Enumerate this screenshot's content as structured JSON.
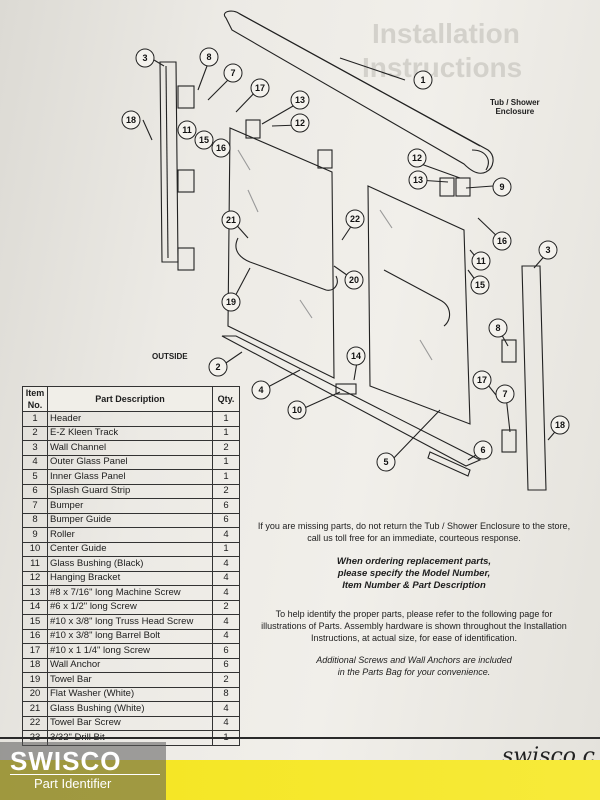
{
  "header": {
    "enclosure_label_line1": "Tub / Shower",
    "enclosure_label_line2": "Enclosure",
    "outside_label": "OUTSIDE"
  },
  "callouts": [
    "1",
    "2",
    "3",
    "4",
    "5",
    "6",
    "7",
    "8",
    "9",
    "10",
    "11",
    "12",
    "13",
    "14",
    "15",
    "16",
    "17",
    "18",
    "19",
    "20",
    "21",
    "22"
  ],
  "parts_table": {
    "headers": {
      "item": "Item No.",
      "description": "Part Description",
      "qty": "Qty."
    },
    "rows": [
      {
        "no": "1",
        "desc": "Header",
        "qty": "1"
      },
      {
        "no": "2",
        "desc": "E-Z Kleen Track",
        "qty": "1"
      },
      {
        "no": "3",
        "desc": "Wall Channel",
        "qty": "2"
      },
      {
        "no": "4",
        "desc": "Outer Glass Panel",
        "qty": "1"
      },
      {
        "no": "5",
        "desc": "Inner Glass Panel",
        "qty": "1"
      },
      {
        "no": "6",
        "desc": "Splash Guard Strip",
        "qty": "2"
      },
      {
        "no": "7",
        "desc": "Bumper",
        "qty": "6"
      },
      {
        "no": "8",
        "desc": "Bumper Guide",
        "qty": "6"
      },
      {
        "no": "9",
        "desc": "Roller",
        "qty": "4"
      },
      {
        "no": "10",
        "desc": "Center Guide",
        "qty": "1"
      },
      {
        "no": "11",
        "desc": "Glass Bushing (Black)",
        "qty": "4"
      },
      {
        "no": "12",
        "desc": "Hanging Bracket",
        "qty": "4"
      },
      {
        "no": "13",
        "desc": "#8 x 7/16\" long Machine Screw",
        "qty": "4"
      },
      {
        "no": "14",
        "desc": "#6 x 1/2\" long Screw",
        "qty": "2"
      },
      {
        "no": "15",
        "desc": "#10 x 3/8\" long Truss Head Screw",
        "qty": "4"
      },
      {
        "no": "16",
        "desc": "#10 x 3/8\" long Barrel Bolt",
        "qty": "4"
      },
      {
        "no": "17",
        "desc": "#10 x 1 1/4\" long Screw",
        "qty": "6"
      },
      {
        "no": "18",
        "desc": "Wall Anchor",
        "qty": "6"
      },
      {
        "no": "19",
        "desc": "Towel Bar",
        "qty": "2"
      },
      {
        "no": "20",
        "desc": "Flat Washer (White)",
        "qty": "8"
      },
      {
        "no": "21",
        "desc": "Glass Bushing (White)",
        "qty": "4"
      },
      {
        "no": "22",
        "desc": "Towel Bar Screw",
        "qty": "4"
      },
      {
        "no": "23",
        "desc": "3/32\" Drill Bit",
        "qty": "1"
      }
    ]
  },
  "info": {
    "missing_parts": "If you are missing parts, do not return the Tub / Shower Enclosure to the store, call us toll free for an immediate, courteous response.",
    "ordering_line1": "When ordering replacement parts,",
    "ordering_line2": "please specify the Model Number,",
    "ordering_line3": "Item Number & Part Description",
    "identify": "To help identify the proper parts, please refer to the following page for illustrations of Parts. Assembly hardware is shown throughout the Installation Instructions, at actual size, for ease of identification.",
    "additional_line1": "Additional Screws and Wall Anchors are included",
    "additional_line2": "in the Parts Bag for your convenience."
  },
  "watermark": {
    "brand": "SWISCO",
    "subtitle": "Part Identifier",
    "handwritten": "swisco.c"
  },
  "colors": {
    "paper": "#eceae5",
    "ink": "#1d1d1d",
    "yellow": "#f4e51e"
  }
}
